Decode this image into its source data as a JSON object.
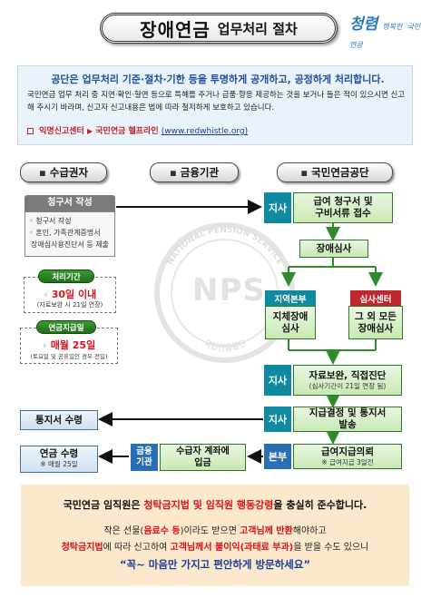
{
  "title": {
    "main": "장애연금",
    "sub": "업무처리 절차"
  },
  "logo": {
    "main": "청렴",
    "sub1": "행복한",
    "sub2": "국민연금"
  },
  "intro": {
    "headline": "공단은 업무처리 기준·절차·기한 등을 투명하게 공개하고, 공정하게 처리합니다.",
    "text": "국민연금 업무 처리 중 지연·확인·혈연 등으로 특혜를 주거나 금품·향응 제공하는 것을 보거나 들은 적이 있으시면 신고해 주시기 바라며, 신고자 신고내용은 법에 따라 철저하게 보호하고 있습니다.",
    "link1": "익명신고센터",
    "link2": "국민연금 헬프라인",
    "url": "(www.redwhistle.org)"
  },
  "watermark": {
    "text": "NPS",
    "ring_top": "NATIONAL PENSION SERVICE",
    "ring_bottom": "국민연금공단"
  },
  "columns": {
    "recipient": "수급권자",
    "bank": "금융기관",
    "nps": "국민연금공단"
  },
  "left": {
    "claim_title": "청구서 작성",
    "claim_items": [
      "청구서 작성",
      "혼인, 가족관계증명서",
      "장애심사용진단서 등 제출"
    ],
    "period_label": "처리기간",
    "period_value": "30일 이내",
    "period_note": "(자료보완 시 21일 연장)",
    "payday_label": "연금지급일",
    "payday_value": "매월 25일",
    "payday_note": "(토요일 및 공휴일인 경우 전일)",
    "notice": "통지서 수령",
    "pension_receive": "연금 수령",
    "pension_note": "※ 매월 25일"
  },
  "bank": {
    "tag1": "금융",
    "tag2": "기관",
    "deposit1": "수급자 계좌에",
    "deposit2": "입금"
  },
  "right": {
    "step1_tag": "지사",
    "step1_line1": "급여 청구서 및",
    "step1_line2": "구비서류 접수",
    "step2": "장애심사",
    "step3_tag_a": "지역본부",
    "step3_tag_b": "심사센터",
    "step3_a1": "지체장애",
    "step3_a2": "심사",
    "step3_b1": "그 외 모든",
    "step3_b2": "장애심사",
    "step4_tag": "지사",
    "step4_main": "자료보완, 직접진단",
    "step4_note": "(심사기간이 21일 연장 됨)",
    "step5_tag": "지사",
    "step5_line1": "지급결정 및 통지서",
    "step5_line2": "발송",
    "step6_tag": "본부",
    "step6_main": "급여지급의뢰",
    "step6_note": "※ 급여지급 3일전"
  },
  "bottom": {
    "line1_a": "국민연금 임직원은 ",
    "line1_b": "청탁금지법 및 임직원 행동강령",
    "line1_c": "을 충실히 준수합니다.",
    "line2_a": "작은 선물(",
    "line2_b": "음료수 등",
    "line2_c": ")이라도 받으면 ",
    "line2_d": "고객님께 반환",
    "line2_e": "해야하고",
    "line3_a": "청탁금지법",
    "line3_b": "에 따라 신고하여 ",
    "line3_c": "고객님께서 불이익(과태료 부과)",
    "line3_d": "을 받을 수도 있으니",
    "line4": "“꼭~ 마음만 가지고  편안하게 방문하세요”"
  }
}
